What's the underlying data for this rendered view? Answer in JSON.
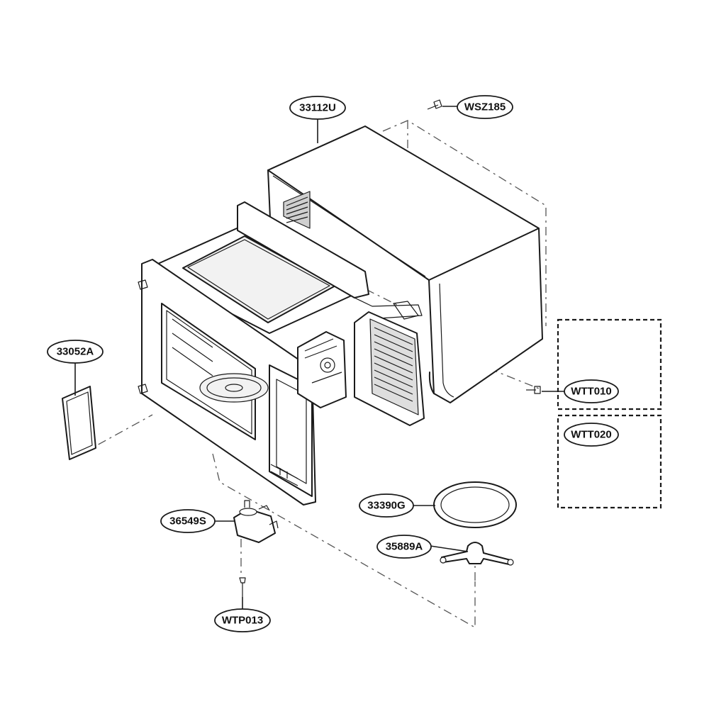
{
  "callouts": {
    "c33112U": "33112U",
    "cWSZ185": "WSZ185",
    "c33052A": "33052A",
    "cWTT010": "WTT010",
    "cWTT020": "WTT020",
    "c33390G": "33390G",
    "c35889A": "35889A",
    "c36549S": "36549S",
    "cWTP013": "WTP013"
  }
}
